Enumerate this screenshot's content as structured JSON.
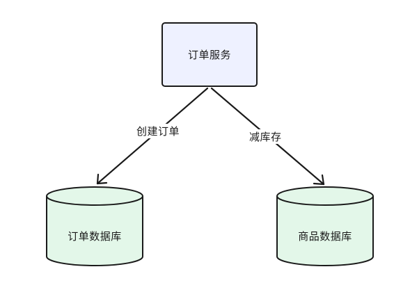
{
  "nodes": {
    "service": {
      "label": "订单服务",
      "fill": "#eef1ff"
    },
    "order_db": {
      "label": "订单数据库",
      "fill": "#e3f7e9"
    },
    "product_db": {
      "label": "商品数据库",
      "fill": "#e3f7e9"
    }
  },
  "edges": {
    "create_order": {
      "label": "创建订单"
    },
    "reduce_stock": {
      "label": "减库存"
    }
  },
  "colors": {
    "stroke": "#1a1a1a",
    "background": "#ffffff"
  }
}
